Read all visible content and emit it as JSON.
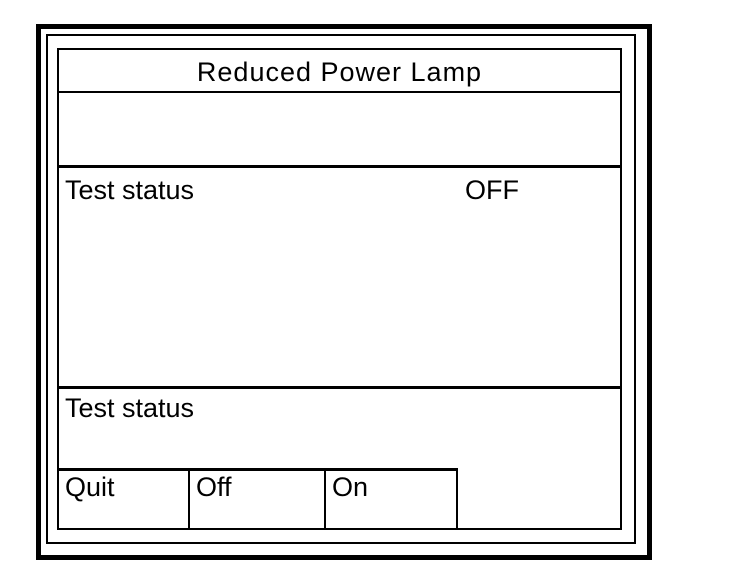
{
  "panel": {
    "title": "Reduced Power Lamp",
    "status_row": {
      "label": "Test status",
      "value": "OFF"
    },
    "message_row": {
      "label": "Test status"
    },
    "softkeys": [
      {
        "label": "Quit"
      },
      {
        "label": "Off"
      },
      {
        "label": "On"
      }
    ]
  },
  "colors": {
    "foreground": "#000000",
    "background": "#ffffff"
  }
}
